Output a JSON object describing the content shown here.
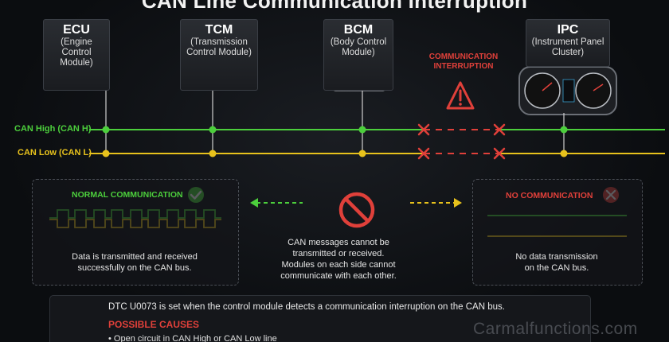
{
  "title": "CAN Line Communication Interruption",
  "modules": [
    {
      "abbr": "ECU",
      "full_1": "(Engine Control",
      "full_2": "Module)"
    },
    {
      "abbr": "TCM",
      "full_1": "(Transmission",
      "full_2": "Control Module)"
    },
    {
      "abbr": "BCM",
      "full_1": "(Body Control",
      "full_2": "Module)"
    },
    {
      "abbr": "IPC",
      "full_1": "(Instrument Panel",
      "full_2": "Cluster)"
    }
  ],
  "interruption_label_1": "COMMUNICATION",
  "interruption_label_2": "INTERRUPTION",
  "bus": {
    "high_label": "CAN High (CAN H)",
    "low_label": "CAN Low (CAN L)",
    "high_color": "#4ccf3c",
    "low_color": "#e8c21c",
    "fault_color": "#e0403a"
  },
  "normal_panel": {
    "title": "NORMAL COMMUNICATION",
    "text_1": "Data is transmitted and received",
    "text_2": "successfully on the CAN bus."
  },
  "center_text": {
    "line_1": "CAN messages cannot be",
    "line_2": "transmitted or received.",
    "line_3": "Modules on each side cannot",
    "line_4": "communicate with each other."
  },
  "no_comm_panel": {
    "title": "NO COMMUNICATION",
    "text_1": "No data transmission",
    "text_2": "on the CAN bus."
  },
  "info": {
    "dtc_text": "DTC U0073 is set when the control module detects a communication interruption on the CAN bus.",
    "causes_title": "POSSIBLE CAUSES",
    "cause_1": "• Open circuit in CAN High or CAN Low line"
  },
  "watermark": "Carmalfunctions.com"
}
